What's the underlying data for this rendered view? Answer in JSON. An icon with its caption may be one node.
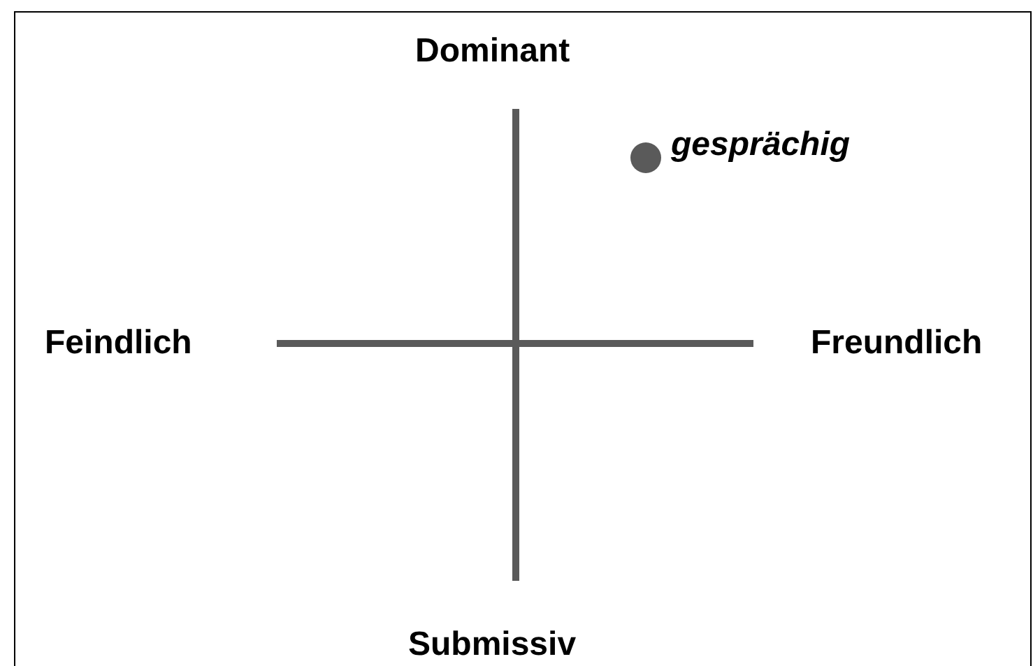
{
  "diagram": {
    "labels": [
      "Dominant",
      "gesprächig",
      "Feindlich",
      "Freundlich",
      "Submissiv"
    ]
  }
}
